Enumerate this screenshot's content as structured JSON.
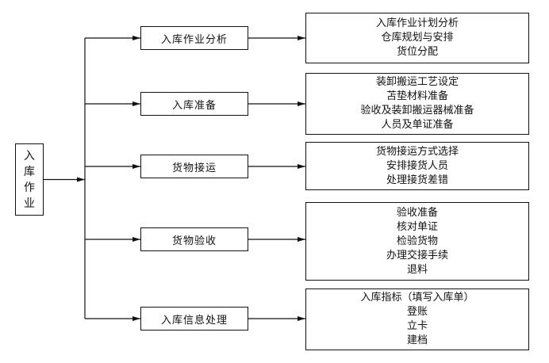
{
  "root": {
    "chars": [
      "入",
      "库",
      "作",
      "业"
    ]
  },
  "stages": [
    {
      "label": "入库作业分析",
      "details": [
        "入库作业计划分析",
        "仓库规划与安排",
        "货位分配"
      ]
    },
    {
      "label": "入库准备",
      "details": [
        "装卸搬运工艺设定",
        "苫垫材料准备",
        "验收及装卸搬运器械准备",
        "人员及单证准备"
      ]
    },
    {
      "label": "货物接运",
      "details": [
        "货物接运方式选择",
        "安排接货人员",
        "处理接货差错"
      ]
    },
    {
      "label": "货物验收",
      "details": [
        "验收准备",
        "核对单证",
        "检验货物",
        "办理交接手续",
        "退料"
      ]
    },
    {
      "label": "入库信息处理",
      "details": [
        "入库指标（填写入库单）",
        "登账",
        "立卡",
        "建档"
      ]
    }
  ]
}
